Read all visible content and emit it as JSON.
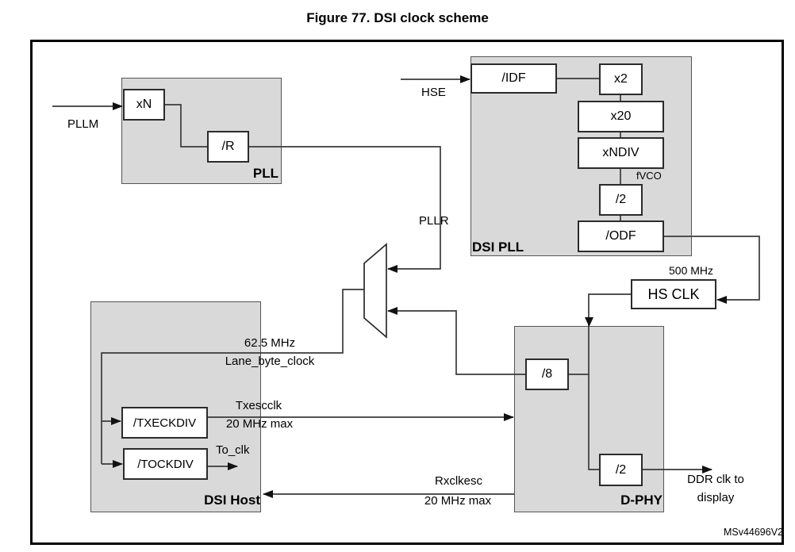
{
  "figure": {
    "title": "Figure 77. DSI clock scheme",
    "code": "MSv44696V2"
  },
  "colors": {
    "block_fill": "#d9d9d9",
    "block_border": "#565656",
    "box_fill": "#ffffff",
    "box_border": "#2b2b2b",
    "wire": "#3a3a3a",
    "arrow": "#111111",
    "text": "#000000"
  },
  "blocks": {
    "pll": {
      "label": "PLL"
    },
    "dsi_pll": {
      "label": "DSI PLL"
    },
    "dsi_host": {
      "label": "DSI Host"
    },
    "dphy": {
      "label": "D-PHY"
    }
  },
  "boxes": {
    "xn": "xN",
    "r": "/R",
    "idf": "/IDF",
    "x2": "x2",
    "x20": "x20",
    "xndiv": "xNDIV",
    "pll_div2": "/2",
    "odf": "/ODF",
    "hs_clk": "HS CLK",
    "txeckdiv": "/TXECKDIV",
    "tockdiv": "/TOCKDIV",
    "div8": "/8",
    "dphy_div2": "/2"
  },
  "labels": {
    "pllm": "PLLM",
    "hse": "HSE",
    "pllr": "PLLR",
    "hs_freq": "500 MHz",
    "fvco": "fVCO",
    "lane_freq": "62.5 MHz",
    "lane_clock": "Lane_byte_clock",
    "txescclk": "Txescclk",
    "txescclk_max": "20 MHz max",
    "to_clk": "To_clk",
    "rxclkesc": "Rxclkesc",
    "rxclkesc_max": "20 MHz max",
    "ddr_line1": "DDR clk to",
    "ddr_line2": "display"
  }
}
